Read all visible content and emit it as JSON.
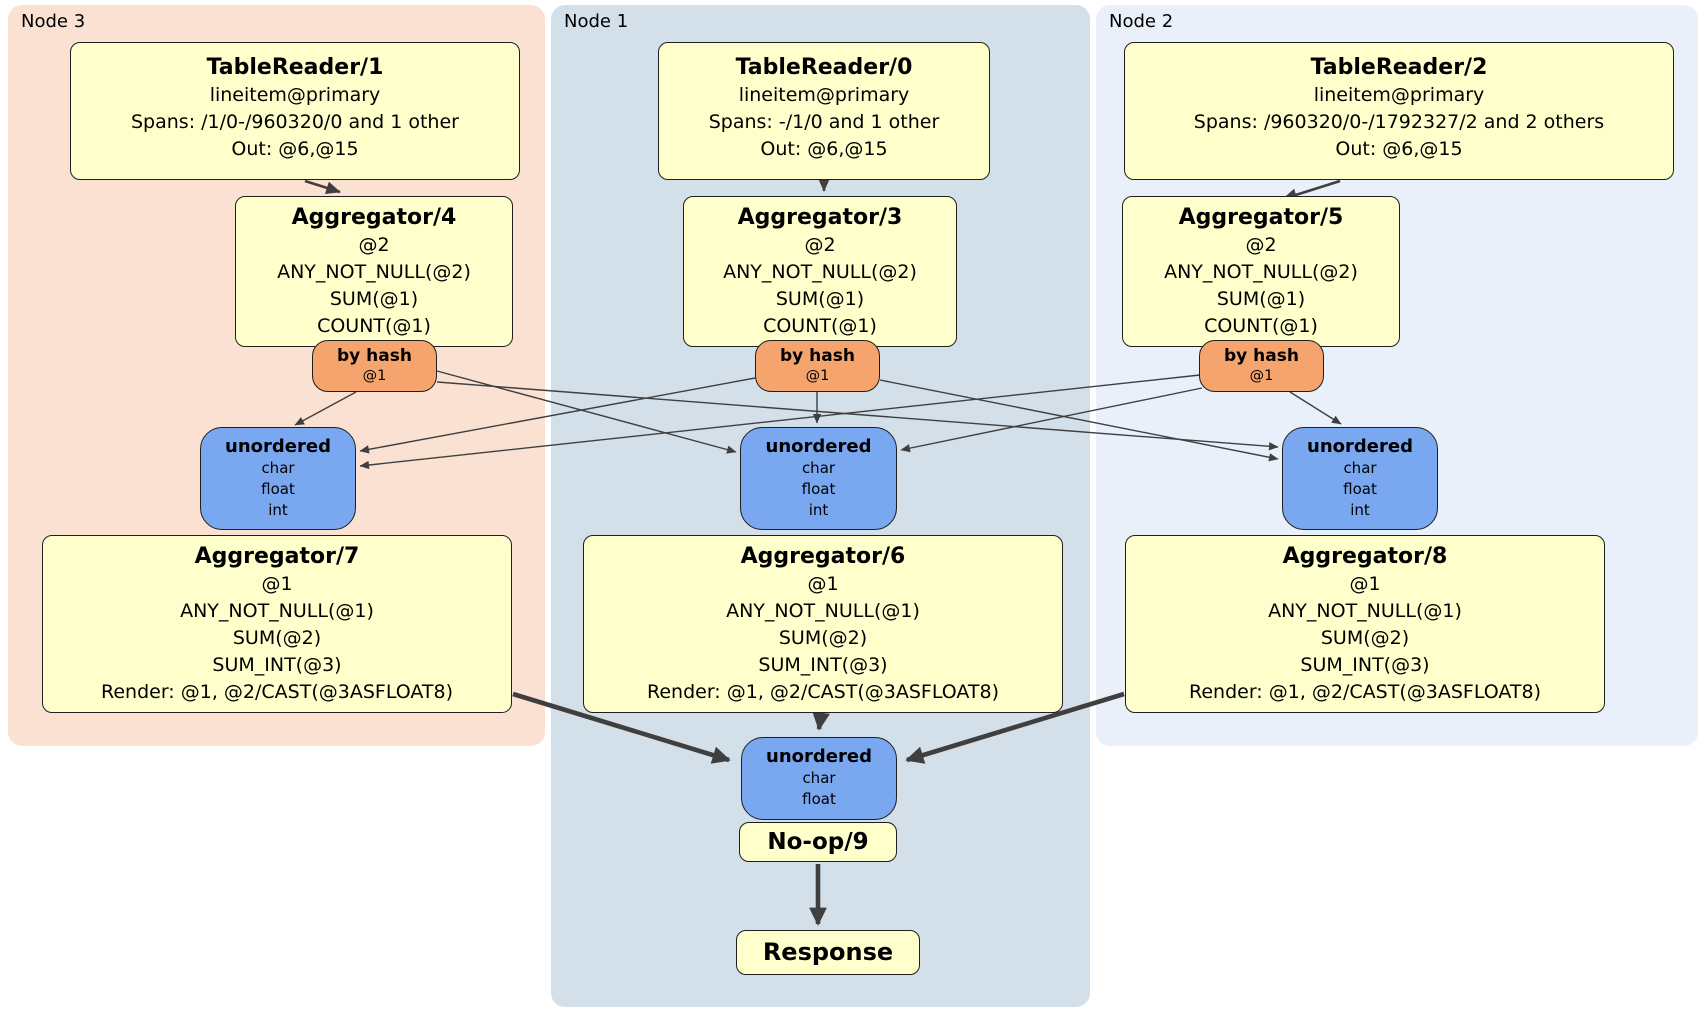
{
  "groups": [
    {
      "label": "Node 3"
    },
    {
      "label": "Node 1"
    },
    {
      "label": "Node 2"
    }
  ],
  "table_readers": [
    {
      "title": "TableReader/1",
      "index": "lineitem@primary",
      "spans": "Spans: /1/0-/960320/0 and 1 other",
      "out": "Out: @6,@15"
    },
    {
      "title": "TableReader/0",
      "index": "lineitem@primary",
      "spans": "Spans: -/1/0 and 1 other",
      "out": "Out: @6,@15"
    },
    {
      "title": "TableReader/2",
      "index": "lineitem@primary",
      "spans": "Spans: /960320/0-/1792327/2 and 2 others",
      "out": "Out: @6,@15"
    }
  ],
  "stage1_aggregators": [
    {
      "title": "Aggregator/4",
      "group_by": "@2",
      "agg1": "ANY_NOT_NULL(@2)",
      "agg2": "SUM(@1)",
      "agg3": "COUNT(@1)"
    },
    {
      "title": "Aggregator/3",
      "group_by": "@2",
      "agg1": "ANY_NOT_NULL(@2)",
      "agg2": "SUM(@1)",
      "agg3": "COUNT(@1)"
    },
    {
      "title": "Aggregator/5",
      "group_by": "@2",
      "agg1": "ANY_NOT_NULL(@2)",
      "agg2": "SUM(@1)",
      "agg3": "COUNT(@1)"
    }
  ],
  "hash_routers": [
    {
      "label": "by hash",
      "key": "@1"
    },
    {
      "label": "by hash",
      "key": "@1"
    },
    {
      "label": "by hash",
      "key": "@1"
    }
  ],
  "stream_syncs": [
    {
      "label": "unordered",
      "t0": "char",
      "t1": "float",
      "t2": "int"
    },
    {
      "label": "unordered",
      "t0": "char",
      "t1": "float",
      "t2": "int"
    },
    {
      "label": "unordered",
      "t0": "char",
      "t1": "float",
      "t2": "int"
    }
  ],
  "stage2_aggregators": [
    {
      "title": "Aggregator/7",
      "group_by": "@1",
      "agg1": "ANY_NOT_NULL(@1)",
      "agg2": "SUM(@2)",
      "agg3": "SUM_INT(@3)",
      "render": "Render: @1, @2/CAST(@3ASFLOAT8)"
    },
    {
      "title": "Aggregator/6",
      "group_by": "@1",
      "agg1": "ANY_NOT_NULL(@1)",
      "agg2": "SUM(@2)",
      "agg3": "SUM_INT(@3)",
      "render": "Render: @1, @2/CAST(@3ASFLOAT8)"
    },
    {
      "title": "Aggregator/8",
      "group_by": "@1",
      "agg1": "ANY_NOT_NULL(@1)",
      "agg2": "SUM(@2)",
      "agg3": "SUM_INT(@3)",
      "render": "Render: @1, @2/CAST(@3ASFLOAT8)"
    }
  ],
  "final_sync": {
    "label": "unordered",
    "t0": "char",
    "t1": "float"
  },
  "noop": {
    "title": "No-op/9"
  },
  "response": {
    "title": "Response"
  },
  "colors": {
    "node3_bg": "#fbe1d2",
    "node1_bg": "#d3e0e9",
    "node2_bg": "#e9f0fa",
    "processor_fill": "#ffffcc",
    "router_fill": "#f5a46d",
    "sync_fill": "#79a7f0",
    "edge": "#3f3f3f"
  }
}
